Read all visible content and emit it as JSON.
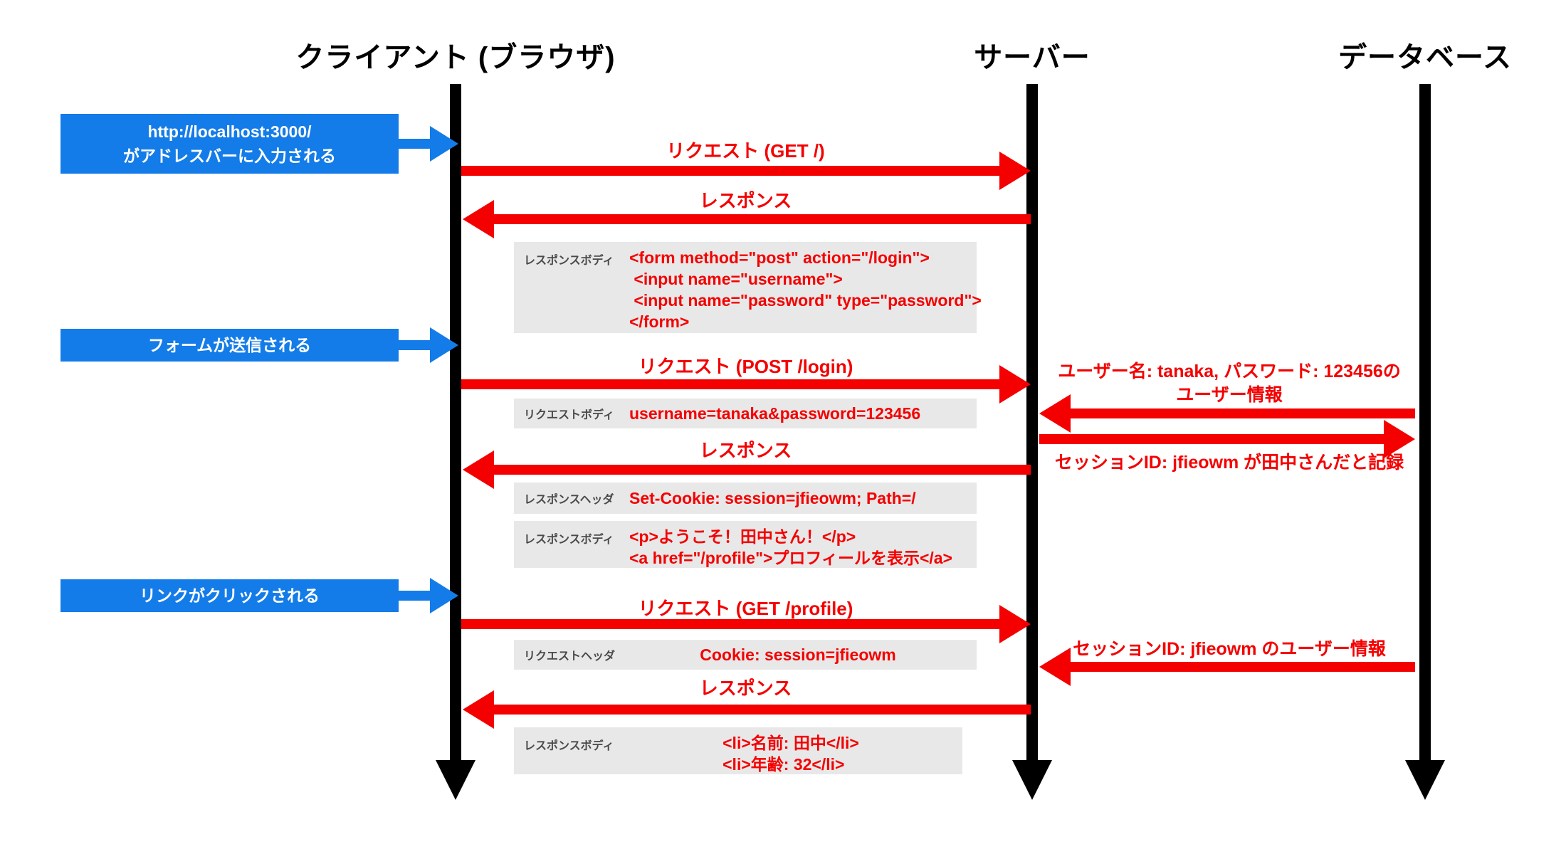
{
  "actors": [
    {
      "id": "client",
      "label": "クライアント (ブラウザ)"
    },
    {
      "id": "server",
      "label": "サーバー"
    },
    {
      "id": "database",
      "label": "データベース"
    }
  ],
  "user_actions": [
    {
      "lines": [
        "http://localhost:3000/",
        "がアドレスバーに入力される"
      ]
    },
    {
      "lines": [
        "フォームが送信される"
      ]
    },
    {
      "lines": [
        "リンクがクリックされる"
      ]
    }
  ],
  "messages": [
    {
      "from": "client",
      "to": "server",
      "label": "リクエスト (GET /)"
    },
    {
      "from": "server",
      "to": "client",
      "label": "レスポンス"
    },
    {
      "from": "client",
      "to": "server",
      "label": "リクエスト (POST /login)"
    },
    {
      "from": "server",
      "to": "client",
      "label": "レスポンス"
    },
    {
      "from": "client",
      "to": "server",
      "label": "リクエスト (GET /profile)"
    },
    {
      "from": "server",
      "to": "client",
      "label": "レスポンス"
    }
  ],
  "db_messages": [
    {
      "from": "database",
      "to": "server",
      "label_lines": [
        "ユーザー名: tanaka, パスワード: 123456の",
        "ユーザー情報"
      ]
    },
    {
      "from": "server",
      "to": "database",
      "label_lines": [
        "セッションID: jfieowm が田中さんだと記録"
      ]
    },
    {
      "from": "database",
      "to": "server",
      "label_lines": [
        "セッションID: jfieowm のユーザー情報"
      ]
    }
  ],
  "payloads": [
    {
      "label": "レスポンスボディ",
      "code": [
        "<form method=\"post\" action=\"/login\">",
        " <input name=\"username\">",
        " <input name=\"password\" type=\"password\">",
        "</form>"
      ]
    },
    {
      "label": "リクエストボディ",
      "code": [
        "username=tanaka&password=123456"
      ]
    },
    {
      "label": "レスポンスヘッダ",
      "code": [
        "Set-Cookie: session=jfieowm; Path=/"
      ]
    },
    {
      "label": "レスポンスボディ",
      "code": [
        "<p>ようこそ！田中さん！</p>",
        "<a href=\"/profile\">プロフィールを表示</a>"
      ]
    },
    {
      "label": "リクエストヘッダ",
      "code": [
        "Cookie: session=jfieowm"
      ]
    },
    {
      "label": "レスポンスボディ",
      "code": [
        "<li>名前: 田中</li>",
        "<li>年齢: 32</li>"
      ]
    }
  ],
  "colors": {
    "message_red": "#f40000",
    "action_blue": "#147ce8",
    "payload_bg": "#e8e8e8",
    "payload_label_gray": "#4a4a4a",
    "lifeline_black": "#000000"
  }
}
